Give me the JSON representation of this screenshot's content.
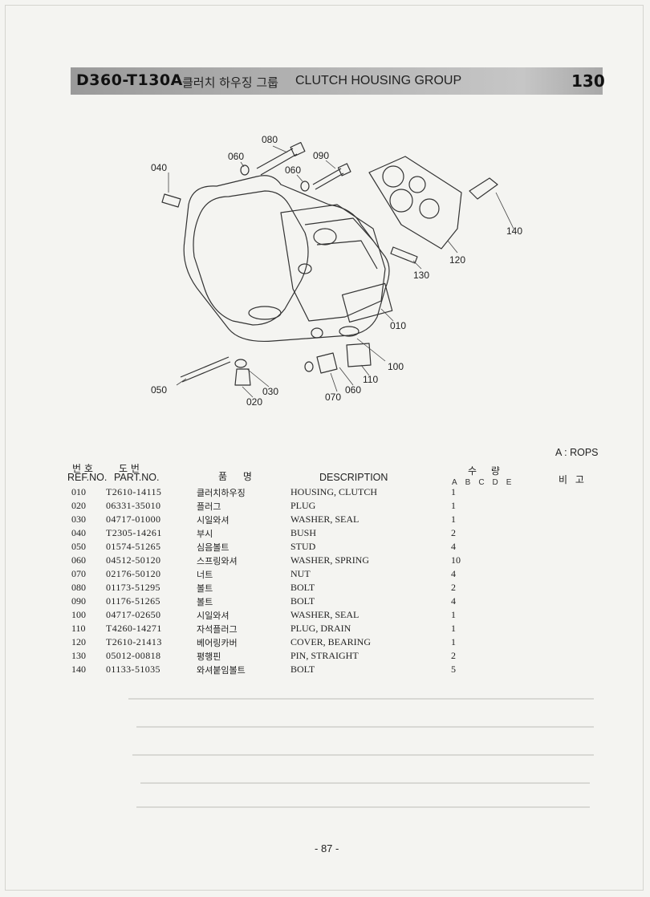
{
  "header": {
    "code": "D360-T130A",
    "title_kr": "클러치 하우징 그룹",
    "title_en": "CLUTCH HOUSING GROUP",
    "page_group": "130"
  },
  "callouts": [
    "080",
    "060",
    "090",
    "060",
    "040",
    "140",
    "120",
    "130",
    "010",
    "100",
    "110",
    "060",
    "070",
    "050",
    "030",
    "020"
  ],
  "legend": "A : ROPS",
  "table_header": {
    "ref_kr": "번 호",
    "ref_en": "REF.NO.",
    "part_kr": "도 번",
    "part_en": "PART.NO.",
    "name_kr": "품 명",
    "description": "DESCRIPTION",
    "qty_kr": "수 량",
    "qty_cols": "ABCDE",
    "remarks_kr": "비 고"
  },
  "rows": [
    {
      "ref": "010",
      "part": "T2610-14115",
      "kr": "클러치하우징",
      "desc": "HOUSING, CLUTCH",
      "qty": "1"
    },
    {
      "ref": "020",
      "part": "06331-35010",
      "kr": "플러그",
      "desc": "PLUG",
      "qty": "1"
    },
    {
      "ref": "030",
      "part": "04717-01000",
      "kr": "시일와셔",
      "desc": "WASHER, SEAL",
      "qty": "1"
    },
    {
      "ref": "040",
      "part": "T2305-14261",
      "kr": "부시",
      "desc": "BUSH",
      "qty": "2"
    },
    {
      "ref": "050",
      "part": "01574-51265",
      "kr": "심음볼트",
      "desc": "STUD",
      "qty": "4"
    },
    {
      "ref": "060",
      "part": "04512-50120",
      "kr": "스프링와셔",
      "desc": "WASHER, SPRING",
      "qty": "10"
    },
    {
      "ref": "070",
      "part": "02176-50120",
      "kr": "너트",
      "desc": "NUT",
      "qty": "4"
    },
    {
      "ref": "080",
      "part": "01173-51295",
      "kr": "볼트",
      "desc": "BOLT",
      "qty": "2"
    },
    {
      "ref": "090",
      "part": "01176-51265",
      "kr": "볼트",
      "desc": "BOLT",
      "qty": "4"
    },
    {
      "ref": "100",
      "part": "04717-02650",
      "kr": "시일와셔",
      "desc": "WASHER, SEAL",
      "qty": "1"
    },
    {
      "ref": "110",
      "part": "T4260-14271",
      "kr": "자석플러그",
      "desc": "PLUG, DRAIN",
      "qty": "1"
    },
    {
      "ref": "120",
      "part": "T2610-21413",
      "kr": "베어링카버",
      "desc": "COVER, BEARING",
      "qty": "1"
    },
    {
      "ref": "130",
      "part": "05012-00818",
      "kr": "평행핀",
      "desc": "PIN, STRAIGHT",
      "qty": "2"
    },
    {
      "ref": "140",
      "part": "01133-51035",
      "kr": "와셔붙임볼트",
      "desc": "BOLT",
      "qty": "5"
    }
  ],
  "page_number": "- 87 -"
}
